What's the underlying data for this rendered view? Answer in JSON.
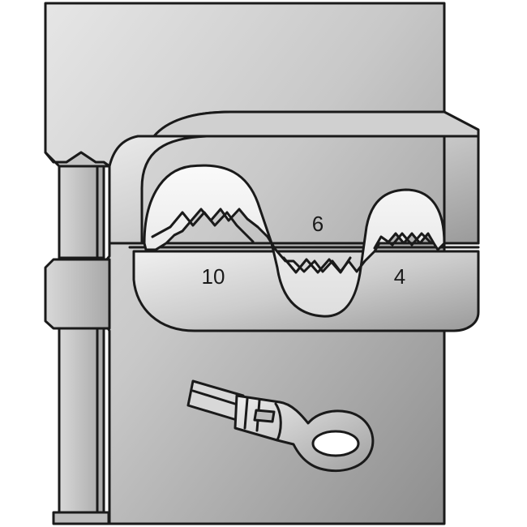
{
  "profile_labels": {
    "size_10": "10",
    "size_6": "6",
    "size_4": "4"
  },
  "colors": {
    "outline": "#1a1a1a",
    "metal_light": "#dcdcdc",
    "metal_mid": "#b4b4b4",
    "metal_dark": "#8c8c8c",
    "cavity": "#ececec",
    "background": "#ffffff"
  },
  "icons": {
    "terminal": "ring-cable-lug-icon",
    "cable": "cable-icon"
  }
}
